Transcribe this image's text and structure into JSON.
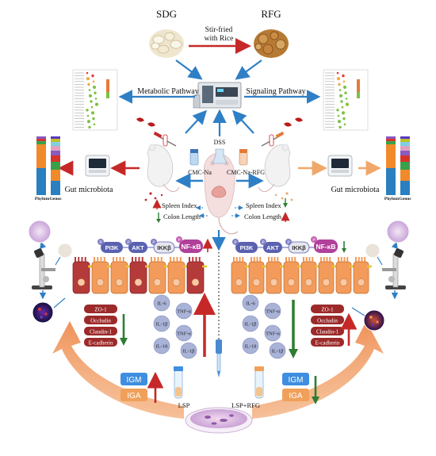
{
  "top": {
    "sdg": "SDG",
    "rfg": "RFG",
    "process_line1": "Stir-fried",
    "process_line2": "with Rice"
  },
  "pathways": {
    "metabolic": "Metabolic Pathway",
    "signaling": "Signaling Pathway"
  },
  "groups": {
    "left": "CMC-Na",
    "center": "DSS",
    "right": "CMC-Na-RFG"
  },
  "microbiota": {
    "left": "Gut microbiota",
    "right": "Gut microbiota",
    "phylum": "Phylum",
    "genus": "Genus"
  },
  "indices": {
    "spleen": "Spleen Index",
    "colon": "Colon Length"
  },
  "signaling_proteins": {
    "pi3k": "PI3K",
    "akt": "AKT",
    "ikkb": "IKKβ",
    "nfkb": "NF-κB",
    "p": "P"
  },
  "tight_junctions": [
    "ZO-1",
    "Occludin",
    "Claudin-1",
    "E-cadherin"
  ],
  "cytokines": {
    "il6": "IL-6",
    "tnfa": "TNF-α",
    "il1b": "IL-1β",
    "il18": "IL-18"
  },
  "immunoglobulins": {
    "igm": "IGM",
    "iga": "IGA"
  },
  "treatments": {
    "lsp": "LSP",
    "lsp_rfg": "LSP+RFG"
  },
  "colors": {
    "red_arrow": "#c62828",
    "blue_arrow": "#2f7fc6",
    "green_arrow": "#2e7d32",
    "orange_arrow": "#f0a86a",
    "nfkb": "#b0409a",
    "pi3k": "#5a62b0",
    "tj_box": "#9c2a2a",
    "cytokine": "#a9b3d8"
  },
  "icons": [
    "herb-slices-icon",
    "rice-fried-herb-icon",
    "mass-spectrometer-icon",
    "sequencer-icon",
    "mouse-icon",
    "microscope-icon",
    "petri-dish-icon",
    "test-tube-icon",
    "syringe-icon",
    "pipette-icon"
  ]
}
